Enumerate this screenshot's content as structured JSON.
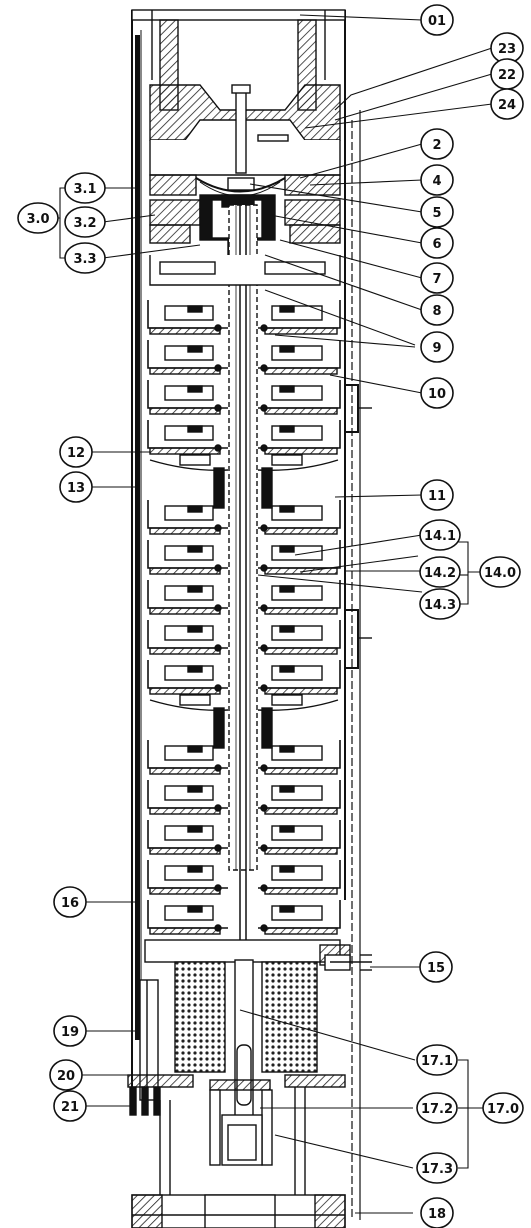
{
  "callouts": {
    "c01": "01",
    "c23": "23",
    "c22": "22",
    "c24": "24",
    "c2": "2",
    "c4": "4",
    "c5": "5",
    "c6": "6",
    "c7": "7",
    "c8": "8",
    "c9": "9",
    "c10": "10",
    "c11": "11",
    "c12": "12",
    "c13": "13",
    "c14_1": "14.1",
    "c14_2": "14.2",
    "c14_3": "14.3",
    "c14_0": "14.0",
    "c15": "15",
    "c16": "16",
    "c17_1": "17.1",
    "c17_2": "17.2",
    "c17_3": "17.3",
    "c17_0": "17.0",
    "c18": "18",
    "c19": "19",
    "c20": "20",
    "c21": "21",
    "c3_0": "3.0",
    "c3_1": "3.1",
    "c3_2": "3.2",
    "c3_3": "3.3"
  },
  "colors": {
    "ink": "#111111",
    "hatch": "#222222",
    "paper": "#ffffff"
  }
}
